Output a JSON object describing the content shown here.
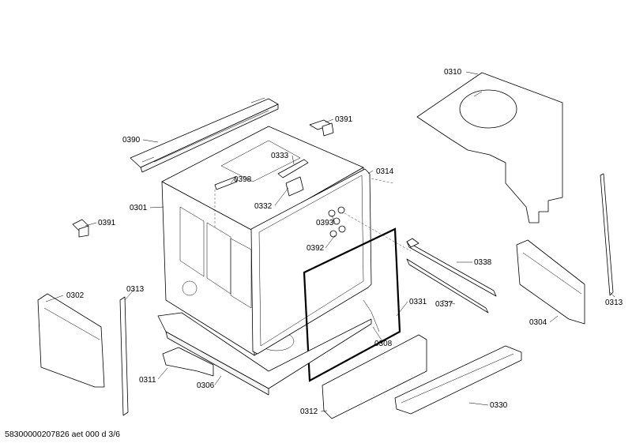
{
  "footer_text": "58300000207826 aet 000 d 3/6",
  "labels": {
    "p0310": "0310",
    "p0391_top": "0391",
    "p0390": "0390",
    "p0333": "0333",
    "p0314": "0314",
    "p0398": "0398",
    "p0301": "0301",
    "p0332": "0332",
    "p0391_left": "0391",
    "p0393": "0393",
    "p0392": "0392",
    "p0338": "0338",
    "p0337": "0337",
    "p0302": "0302",
    "p0313_left": "0313",
    "p0331": "0331",
    "p0308": "0308",
    "p0304": "0304",
    "p0313_right": "0313",
    "p0311": "0311",
    "p0306": "0306",
    "p0312": "0312",
    "p0330": "0330"
  }
}
